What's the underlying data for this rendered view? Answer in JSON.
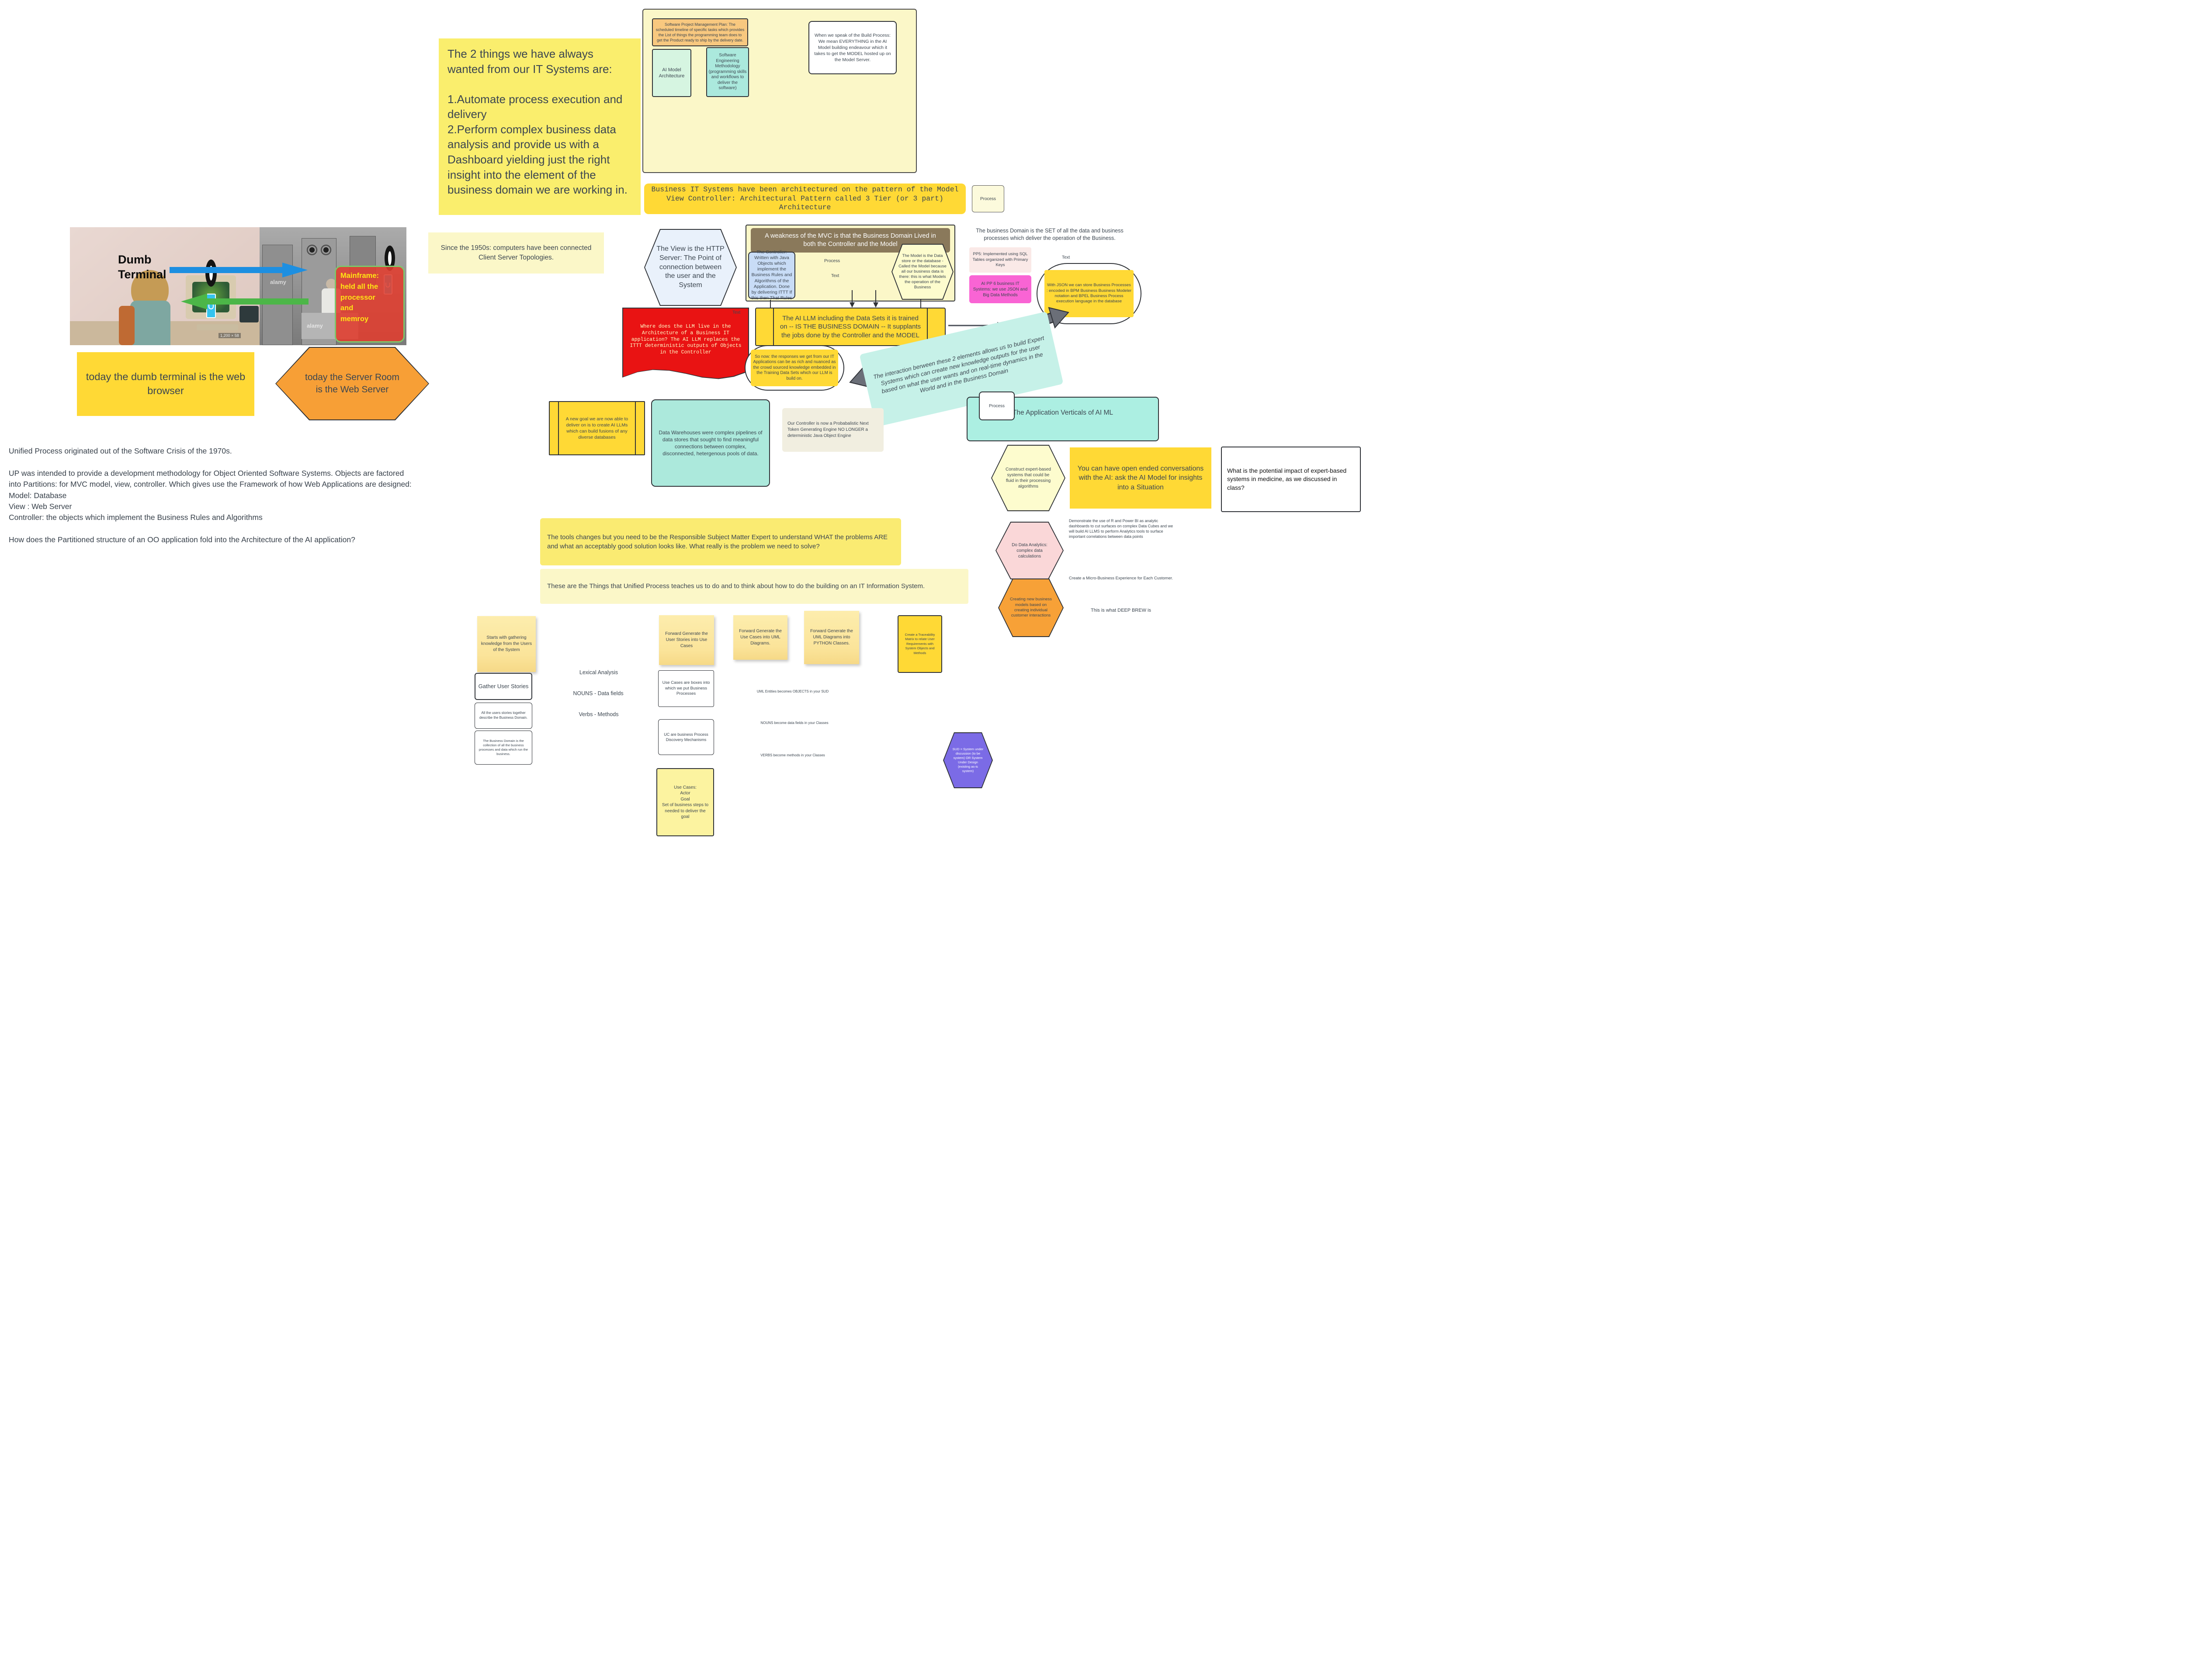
{
  "labels": {
    "process": "Process",
    "text": "Text"
  },
  "top_note": {
    "text": "The 2 things we have always wanted from our IT Systems are:\n\n1.Automate process execution and delivery\n2.Perform complex business data analysis and provide us with a Dashboard yielding just the right insight into the element of the business domain we are working in."
  },
  "build": {
    "spmp": "Software Project Management Plan: The scheduled timeline of specific tasks which provides the List of things the programming team does to get the Product ready to ship by the delivery date.",
    "ai_model": "AI Model Architecture",
    "se_method": "Software Engineering Methodology (programming skills and workflows to deliver the software)",
    "build_process": "When we speak of the Build Process: We mean EVERYTHING in the AI Model building endeavour which it takes to get the MODEL hosted up on the Model Server."
  },
  "mvc": {
    "banner": "Business IT Systems have been architectured on the pattern of the Model View Controller: Architectural Pattern called 3 Tier (or 3 part) Architecture",
    "weakness_header": "A weakness of the MVC is that the Business Domain Lived in both the Controller and the Model",
    "controller": "The Controller: Written with Java Objects which implement the Business Rules and Algorithms of the Application. Done by delivering ITTT If this then That Rules",
    "model": "The Model is the Data store or the database - Called the Model because all our business data is there: this is what Models the operation of the Business",
    "view": "The View is the HTTP Server: The Point of connection between the user and the System"
  },
  "domain_caption": {
    "text": "The business Domain is the SET of all the data and business processes which deliver the operation of the Business."
  },
  "storage": {
    "pp5": "PP5: Implemented using SQL Tables organized with Primary Keys",
    "pp6": "AI PP 6 business IT Systems: we use JSON and Big Data Methods",
    "json_note": "With JSON we can store Business Processes : encoded in BPM Business Business Modeler notation and BPEL Business Process execution language in the database"
  },
  "llm": {
    "question": "Where does the LLM live in the Architecture of a Business IT application? The AI LLM replaces the ITTT deterministic outputs of Objects in the Controller",
    "statement": "The AI LLM including the Data Sets it is trained on -- IS THE BUSINESS DOMAIN --  It supplants the jobs done by the Controller and the MODEL",
    "so_now": "So now: the responses we get from our IT Applications can be as rich and nuanced as the crowd sourced knowledge embedded in the Training Data Sets which our LLM is build on.",
    "interaction": "The interaction berween these 2 elements allows us to build Expert Systems which can create new knowledge outputs for the user based on what the user wants and on real-time dynamics in the World and in the Business Domain"
  },
  "history": {
    "dumb_terminal": "Dumb\nTerminal",
    "mainframe": "Mainframe:\nheld all the\nprocessor\nand\nmemroy",
    "alamy": "alamy",
    "photo_meta": "1,200 × 58",
    "today_browser": "today the dumb terminal is the web browser",
    "today_server": "today the Server Room is the Web Server",
    "since": "Since the 1950s: computers have been connected Client Server Topologies."
  },
  "up_block": {
    "text": "Unified Process originated out of the Software Crisis of the 1970s.\n\nUP was intended to provide a development methodology for Object Oriented Software Systems.  Objects are factored into Partitions: for MVC model, view, controller. Which gives use the Framework of how Web Applications are designed:\nModel: Database\nView : Web Server\nController: the objects which implement the Business Rules and Algorithms\n\nHow does the Partitioned structure of an OO application fold into the Architecture of the AI application?"
  },
  "middle": {
    "new_goal": "A new goal we are now able to deliver on is to create AI LLMs which can build fusions of any diverse databases",
    "warehouses": "Data Warehouses were complex pipelines of data stores that sought to find meaningful connections between complex, disconnected, hetergenous pools of data.",
    "controller_now": "Our Controller is now a Probabalistic Next Token Generating Engine NO LONGER a deterministic Java Object Engine"
  },
  "verticals": {
    "title": "The Application Verticals of AI ML",
    "construct": "Construct expert-based systems that could be fluid in their processing algorithms",
    "open_ended": "You can have open ended conversations with the AI: ask the AI Model for insights into a Situation",
    "question": "What is the potential impact of expert-based systems in medicine, as we discussed in class?",
    "analytics_hex": "Do Data Analytics: complex data calculations",
    "analytics_note": "Demonstrate the use of R and Power BI as analytic dashboards to cut surfaces on complex Data Cubes and we will build AI LLMS to perform Analytics tools to surface important correlations between data points",
    "business_models_hex": "Creating new business models based on creating individual customer interactions",
    "micro_biz": "Create a Micro-Business Experience for Each Customer.",
    "deep_brew": "This is what DEEP BREW is"
  },
  "banners": {
    "tools": "The tools changes but you need to be the Responsible Subject Matter Expert to understand WHAT the problems ARE and what an acceptably good solution looks like.  What really is the problem we need to solve?",
    "teaches": "These are the Things that Unified Process teaches us to do and to think about how to do the building on an IT Information System."
  },
  "flow": {
    "starts_with": "Starts with gathering knowledge from the Users of the System",
    "gather": "Gather User Stories",
    "all_stories": "All the users stories together describe the Business Domain.",
    "domain_collection": "The Business Domain is the collection of all the business processes and data which run the business.",
    "lexical": "Lexical Analysis",
    "nouns": "NOUNS - Data fields",
    "verbs": "Verbs - Methods",
    "fg_use_cases": "Forward Generate the User Stories into Use Cases",
    "uc_boxes": "Use Cases are boxes into which we put Business Processes",
    "uc_discovery": "UC are business Process Discovery Mechanisms",
    "use_cases_def": "Use Cases:\nActor\nGoal\nSet of business steps to needed to deliver the goal",
    "fg_uml": "Forward Generate the Use Cases into UML Diagrams.",
    "fg_python": "Forward Generate the UML Diagrams into PYTHON Classes.",
    "uml_entities": "UML Entities becomes OBJECTS in your SUD",
    "nouns_become": "NOUNS become data fields in your Classes",
    "verbs_become": "VERBS become methods in your Classes",
    "traceability": "Create a Traceability Matrix to relate User Requirements with System Objects and Methods",
    "sud": "SUD = System under discussion (to be system) OR System Under Design (existing as-is system)"
  },
  "colors": {
    "gold": "#FFD935",
    "soft_yellow": "#FAEE6D",
    "pale_yellow": "#FBF7C8",
    "amber_sticky": "#FCE8A2",
    "teal": "#ACE9DC",
    "mint": "#D6F5E1",
    "turquoise": "#ABE9DD",
    "light_blue": "#C8DCF6",
    "hex_blue": "#E9F1FB",
    "magenta": "#F964D4",
    "pale_pink": "#FAE9E7",
    "pink_hex": "#FAD7D8",
    "orange": "#F79F36",
    "soft_orange": "#F8C87F",
    "red": "#E91313",
    "purple": "#7B6BE6",
    "brown": "#8A795B",
    "arrow_blue": "#1D8FE1",
    "arrow_green": "#4CB648",
    "arrow_gray": "#6B6F78"
  }
}
